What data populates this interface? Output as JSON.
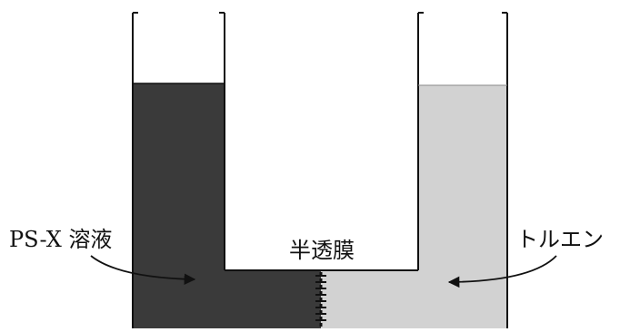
{
  "labels": {
    "left_solution": "PS-X 溶液",
    "membrane": "半透膜",
    "right_solvent": "トルエン"
  },
  "colors": {
    "left_liquid": "#3a3a3a",
    "right_liquid": "#d2d2d2",
    "outline": "#111111",
    "membrane": "#111111"
  }
}
